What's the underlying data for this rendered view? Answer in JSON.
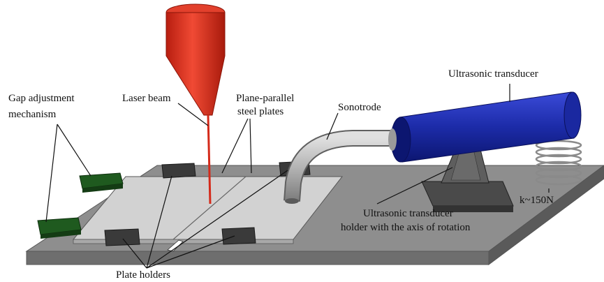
{
  "labels": {
    "gap_adjustment_line1": "Gap adjustment",
    "gap_adjustment_line2": "mechanism",
    "laser_beam": "Laser beam",
    "plates_line1": "Plane-parallel",
    "plates_line2": "steel plates",
    "sonotrode": "Sonotrode",
    "ultrasonic_transducer": "Ultrasonic transducer",
    "holder_line1": "Ultrasonic transducer",
    "holder_line2": "holder with the axis of rotation",
    "spring_force": "k~150N",
    "plate_holders": "Plate holders"
  },
  "colors": {
    "base_plate": "#8e8e8e",
    "steel_plates": "#cfcfcf",
    "laser_head": "#d42a1a",
    "transducer": "#1c2ba8",
    "gap_blocks": "#1f5a1f",
    "plate_holder_blocks": "#3a3a3a",
    "holder_stand": "#5a5a5a"
  }
}
